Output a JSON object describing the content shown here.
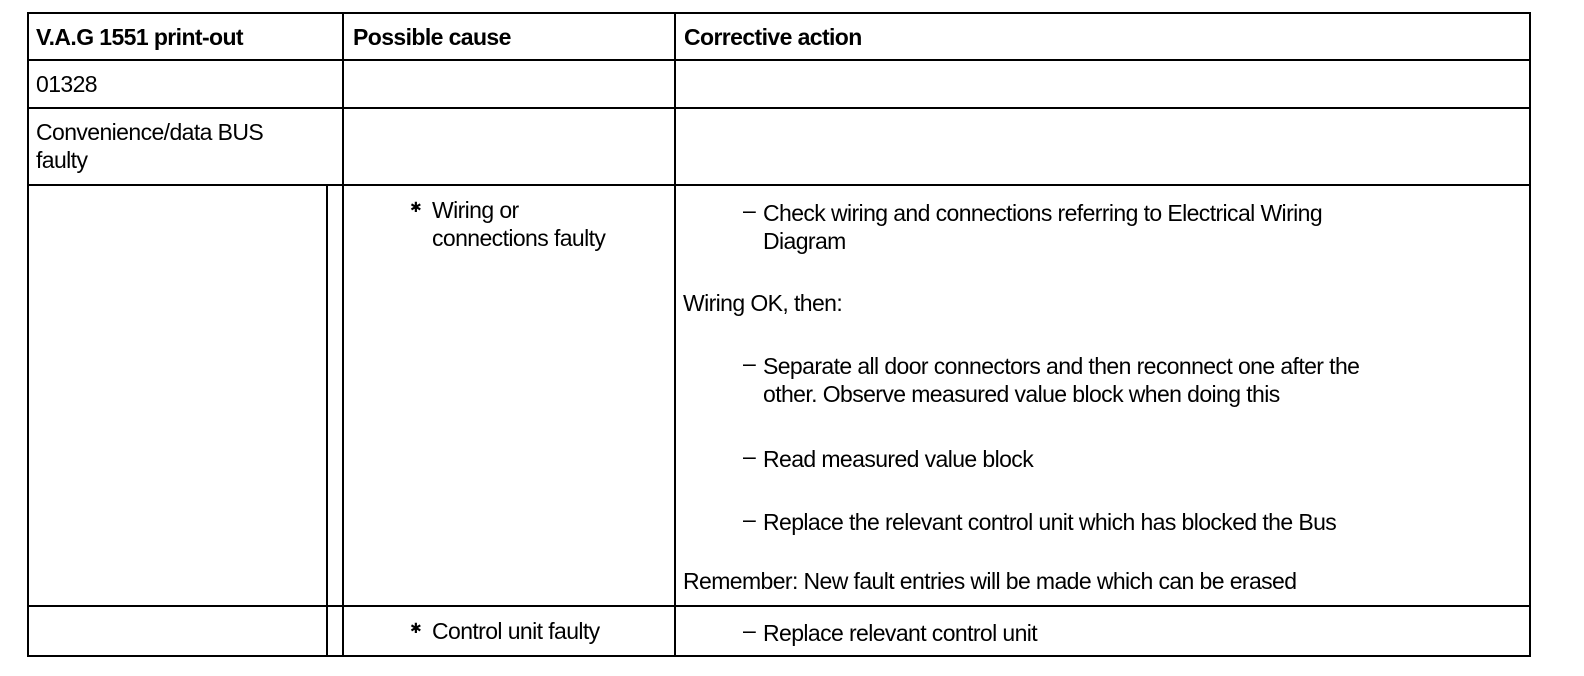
{
  "header": {
    "col1": "V.A.G 1551 print-out",
    "col2": "Possible cause",
    "col3": "Corrective action"
  },
  "rows": {
    "fault_code": "01328",
    "fault_desc_line1": "Convenience/data BUS",
    "fault_desc_line2": "faulty",
    "cause1_line1": "Wiring or",
    "cause1_line2": "connections faulty",
    "action1_line1": "Check wiring and connections referring to Electrical Wiring",
    "action1_line2": "Diagram",
    "wiring_ok": "Wiring OK, then:",
    "action2_line1": "Separate all door connectors and then reconnect one after the",
    "action2_line2": "other. Observe measured value block when doing this",
    "action3": "Read measured value block",
    "action4": "Replace the relevant control unit which has blocked the Bus",
    "remember": "Remember: New fault entries will be made which can be erased",
    "cause2": "Control unit faulty",
    "action5": "Replace relevant control unit"
  },
  "glyphs": {
    "bullet": "✱",
    "dash": "–"
  }
}
